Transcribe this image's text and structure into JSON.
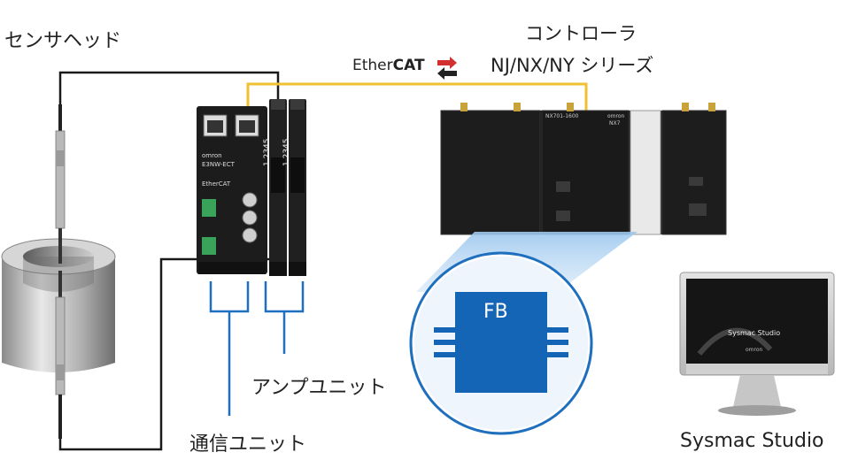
{
  "labels": {
    "sensor_head": "センサヘッド",
    "controller_line1": "コントローラ",
    "controller_line2": "NJ/NX/NY シリーズ",
    "ethercat_plain": "Ether",
    "ethercat_bold": "CAT",
    "amp_unit": "アンプユニット",
    "comm_unit": "通信ユニット",
    "sysmac_studio": "Sysmac Studio",
    "fb": "FB"
  },
  "device_text": {
    "comm_model": "E3NW-ECT",
    "comm_brand": "omron",
    "comm_ethercat": "EtherCAT",
    "amp_display1": "1.2345",
    "amp_display2": "1.2345",
    "controller_model": "NX701-1600",
    "controller_brand": "omron",
    "controller_series": "NX7",
    "monitor_title": "Sysmac Studio",
    "monitor_brand": "omron"
  },
  "colors": {
    "ethernet_cable": "#f0c030",
    "sensor_cable": "#1a1a1a",
    "bracket": "#1f6fbf",
    "fb_chip": "#1565b7",
    "zoom_circle_border": "#1f6fbf",
    "text": "#222222"
  }
}
